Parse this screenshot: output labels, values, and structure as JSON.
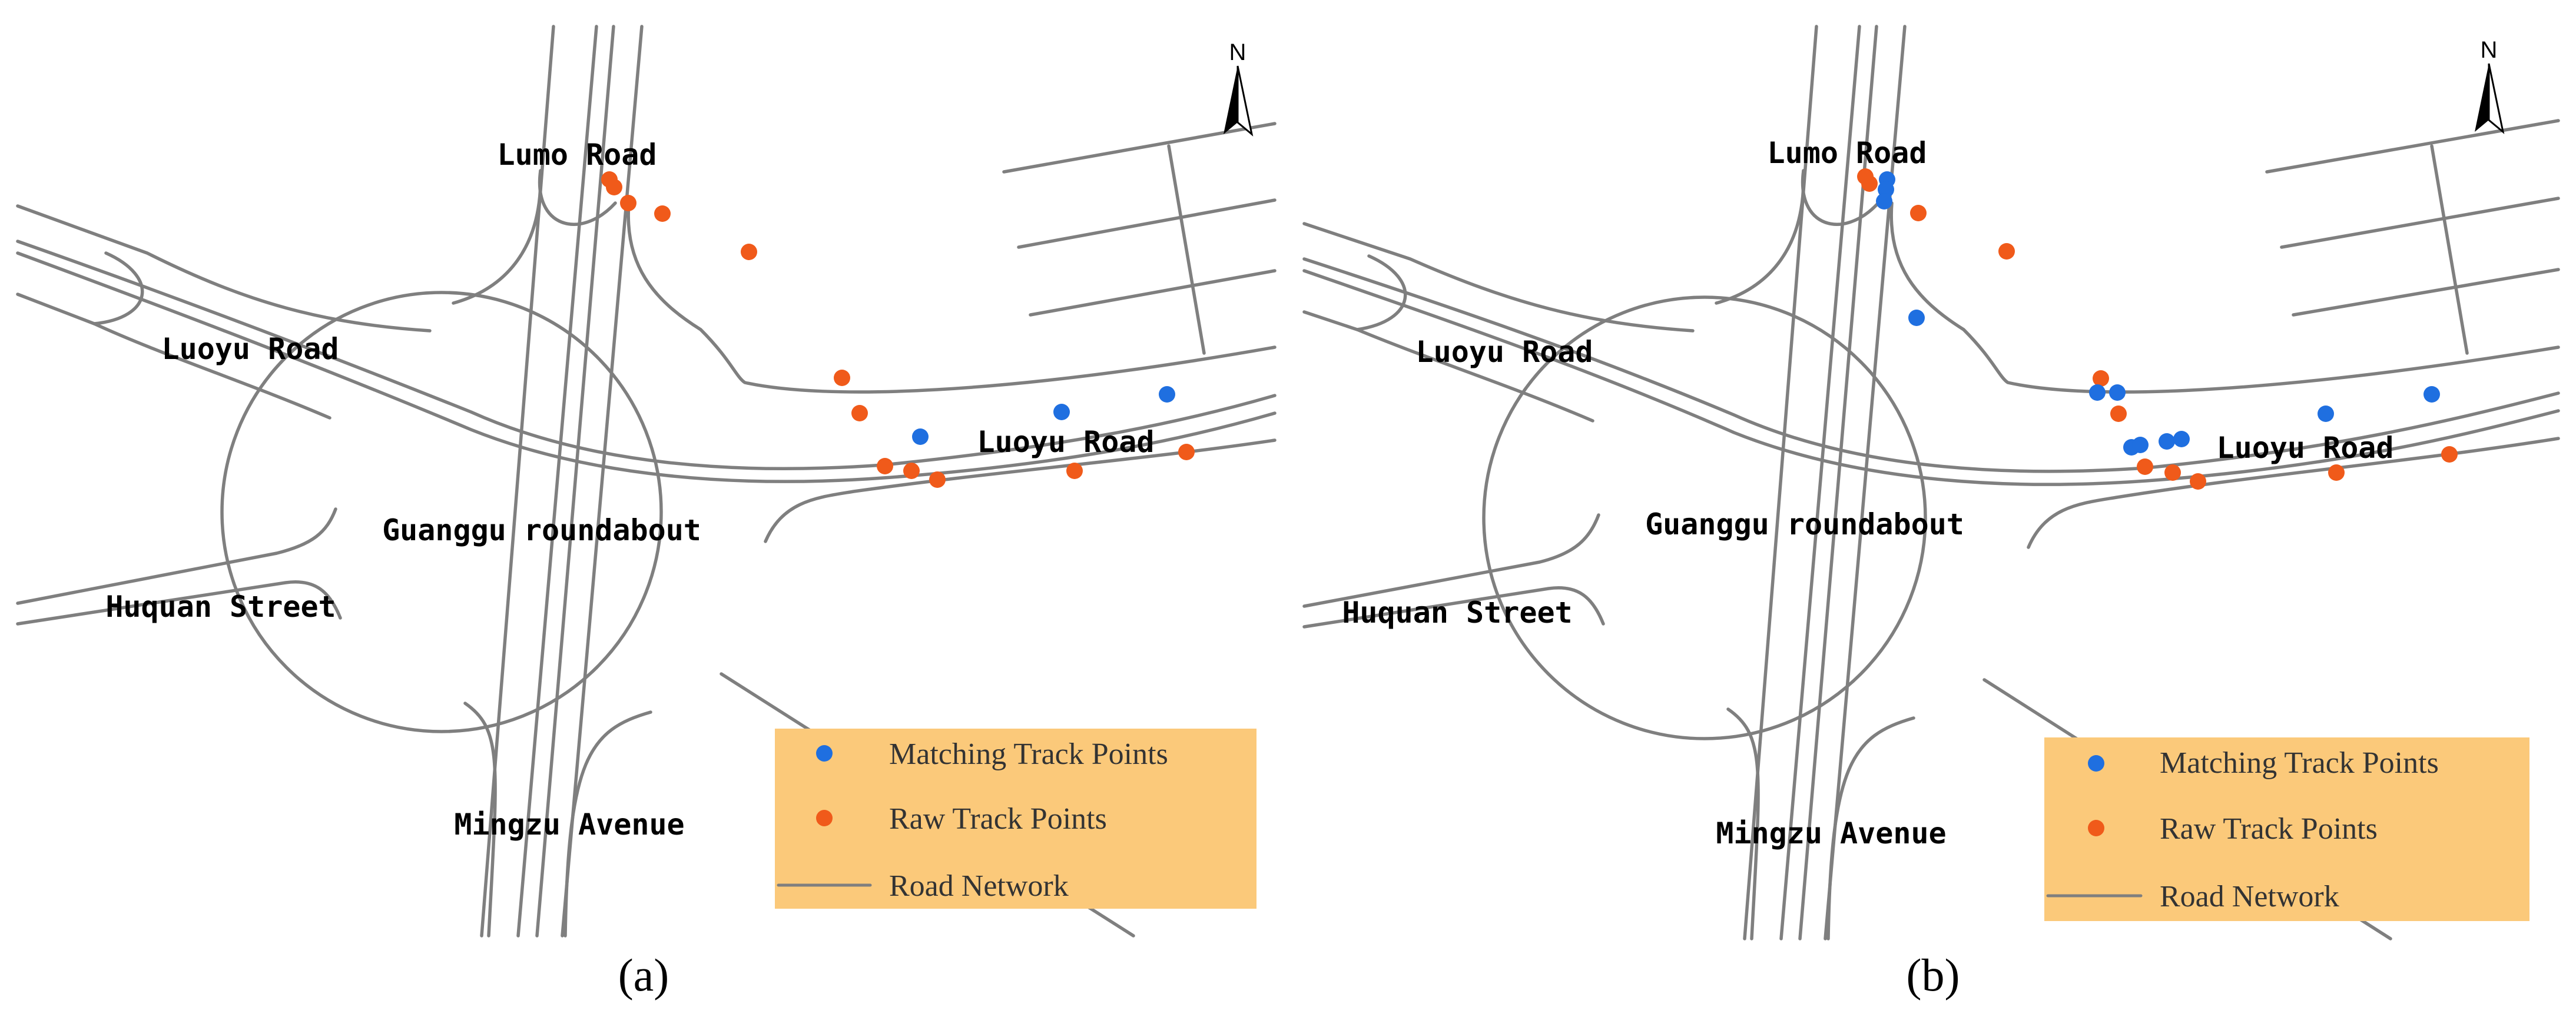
{
  "colors": {
    "matched": "#1f6fe0",
    "raw": "#f05a1a",
    "road": "#7f7f7f",
    "legend_bg": "#fbc97a"
  },
  "panels": [
    {
      "caption": "(a)",
      "north": "N",
      "labels": {
        "lumo": "Lumo Road",
        "luoyu_west": "Luoyu Road",
        "luoyu_east": "Luoyu Road",
        "roundabout": "Guanggu roundabout",
        "huquan": "Huquan Street",
        "mingzu": "Mingzu Avenue"
      },
      "legend": {
        "matched": "Matching Track Points",
        "raw": "Raw Track Points",
        "road": "Road Network"
      }
    },
    {
      "caption": "(b)",
      "north": "N",
      "labels": {
        "lumo": "Lumo Road",
        "luoyu_west": "Luoyu Road",
        "luoyu_east": "Luoyu Road",
        "roundabout": "Guanggu roundabout",
        "huquan": "Huquan Street",
        "mingzu": "Mingzu Avenue"
      },
      "legend": {
        "matched": "Matching Track Points",
        "raw": "Raw Track Points",
        "road": "Road Network"
      }
    }
  ]
}
